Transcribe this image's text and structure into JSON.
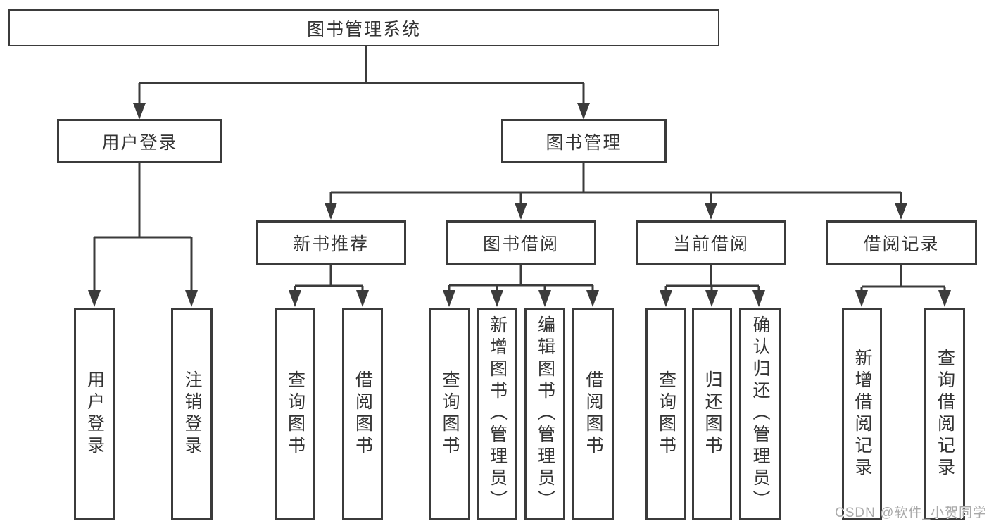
{
  "diagram": {
    "root": {
      "label": "图书管理系统"
    },
    "level2": {
      "user_login": {
        "label": "用户登录"
      },
      "book_management": {
        "label": "图书管理"
      }
    },
    "level3": {
      "new_book_recommend": {
        "label": "新书推荐"
      },
      "book_borrow": {
        "label": "图书借阅"
      },
      "current_borrow": {
        "label": "当前借阅"
      },
      "borrow_record": {
        "label": "借阅记录"
      }
    },
    "leaves": {
      "user_login": [
        "用户登录",
        "注销登录"
      ],
      "new_book_recommend": [
        "查询图书",
        "借阅图书"
      ],
      "book_borrow": [
        "查询图书",
        "新增图书（管理员）",
        "编辑图书（管理员）",
        "借阅图书"
      ],
      "current_borrow": [
        "查询图书",
        "归还图书",
        "确认归还（管理员）"
      ],
      "borrow_record": [
        "新增借阅记录",
        "查询借阅记录"
      ]
    },
    "watermark": "CSDN @软件_小贺同学",
    "colors": {
      "line": "#3b3b3b",
      "text": "#333333",
      "background": "#ffffff",
      "watermark": "#a9a9a9"
    }
  }
}
